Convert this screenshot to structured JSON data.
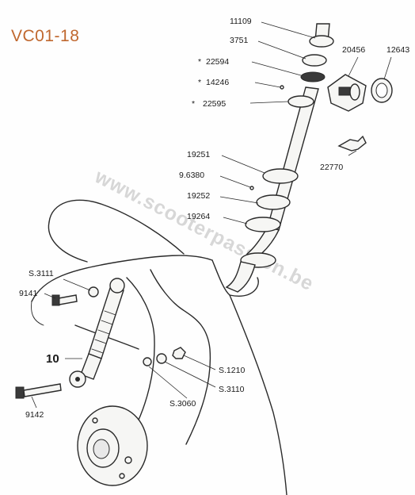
{
  "diagram": {
    "code": "VC01-18",
    "watermark": "www.scooterpassion.be",
    "labels": {
      "p11109": "11109",
      "p3751": "3751",
      "p22594": "22594",
      "p14246": "14246",
      "p22595": "22595",
      "p20456": "20456",
      "p12643": "12643",
      "p22770": "22770",
      "p19251": "19251",
      "p96380": "9.6380",
      "p19252": "19252",
      "p19264": "19264",
      "s3111": "S.3111",
      "p9141": "9141",
      "p10": "10",
      "s1210": "S.1210",
      "s3110": "S.3110",
      "s3060": "S.3060",
      "p9142": "9142"
    },
    "asterisk": "*"
  }
}
